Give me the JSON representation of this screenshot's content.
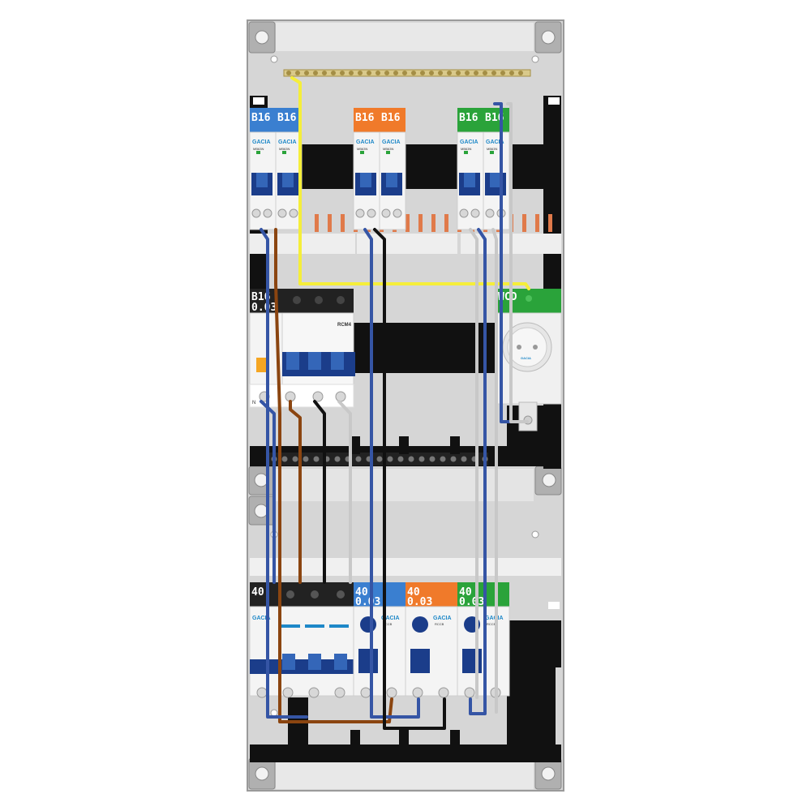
{
  "panel": {
    "top_row": {
      "breakers": [
        {
          "label": "B16",
          "color": "#3a7fd0",
          "group": "blue"
        },
        {
          "label": "B16",
          "color": "#3a7fd0",
          "group": "blue"
        },
        {
          "label": "B16",
          "color": "#f07a2a",
          "group": "orange"
        },
        {
          "label": "B16",
          "color": "#f07a2a",
          "group": "orange"
        },
        {
          "label": "B16",
          "color": "#2aa33a",
          "group": "green"
        },
        {
          "label": "B16",
          "color": "#2aa33a",
          "group": "green"
        }
      ],
      "brand": "GACIA",
      "model": "MB63N"
    },
    "middle_row": {
      "rcbo_label_line1": "B16",
      "rcbo_label_line2": "0.03",
      "rcm_label": "RCM4",
      "n_marker": "N",
      "socket_label": "WCD",
      "socket_brand": "GACIA"
    },
    "bottom_row": {
      "main_switch_label": "40",
      "rcd_groups": [
        {
          "line1": "40",
          "line2": "0.03",
          "color": "#3a7fd0"
        },
        {
          "line1": "40",
          "line2": "0.03",
          "color": "#f07a2a"
        },
        {
          "line1": "40",
          "line2": "0.03",
          "color": "#2aa33a"
        }
      ],
      "brand": "GACIA",
      "rcd_model": "RCCB"
    },
    "colors": {
      "enclosure": "#d4d4d4",
      "rail": "#111111",
      "wire_blue": "#3555a5",
      "wire_brown": "#8b4510",
      "wire_black": "#111111",
      "wire_grey": "#c8c8c8",
      "wire_yellow": "#f5ee3a",
      "busbar": "#e07a4a"
    }
  }
}
